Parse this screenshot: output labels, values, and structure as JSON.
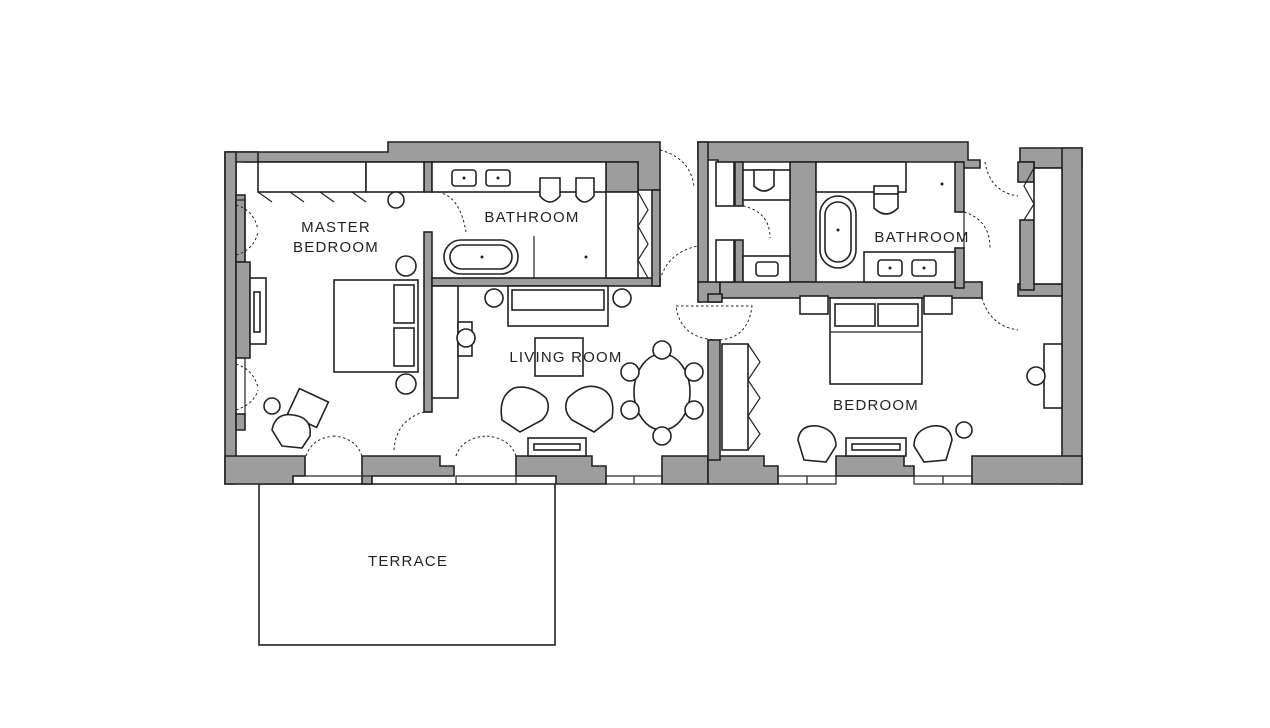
{
  "rooms": {
    "master_bedroom": [
      "MASTER",
      "BEDROOM"
    ],
    "bathroom_left": "BATHROOM",
    "living_room": "LIVING ROOM",
    "bathroom_right": "BATHROOM",
    "bedroom": "BEDROOM",
    "terrace": "TERRACE"
  },
  "colors": {
    "wall_fill": "#9d9d9d",
    "line": "#222222",
    "background": "#ffffff"
  }
}
